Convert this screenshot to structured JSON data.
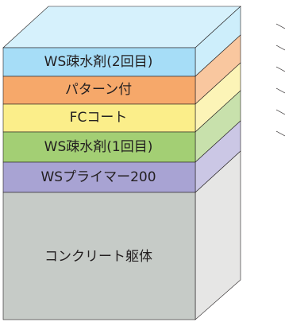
{
  "layers": [
    {
      "key": "ws-repellent-2nd",
      "label": "WS疎水剤(2回目)",
      "front_color": "#a6ddf7",
      "side_color": "#cdeefb",
      "top_color": "#d6f1fc"
    },
    {
      "key": "pattern",
      "label": "パターン付",
      "front_color": "#f6a86a",
      "side_color": "#f9c79f"
    },
    {
      "key": "fc-coat",
      "label": "FCコート",
      "front_color": "#fbee8a",
      "side_color": "#fcf4b7"
    },
    {
      "key": "ws-repellent-1st",
      "label": "WS疎水剤(1回目)",
      "front_color": "#a3cf74",
      "side_color": "#c8e1ac"
    },
    {
      "key": "ws-primer",
      "label": "WSプライマー200",
      "front_color": "#a8a3d3",
      "side_color": "#cbc7e5"
    }
  ],
  "base": {
    "label": "コンクリート躯体",
    "front_color": "#c6cbc7",
    "side_color": "#e6e6e5"
  },
  "outline_color": "#231f20"
}
